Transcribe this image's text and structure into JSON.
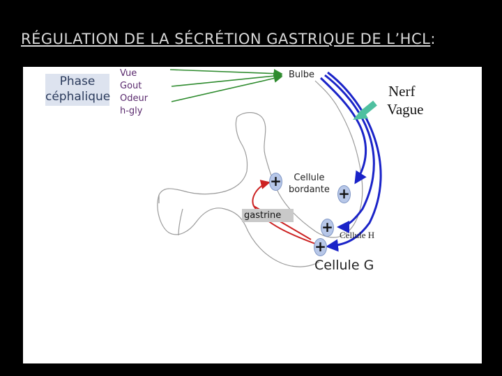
{
  "title": {
    "text": "RÉGULATION DE LA SÉCRÉTION GASTRIQUE DE L’HCL",
    "suffix": ":"
  },
  "phase": {
    "line1": "Phase",
    "line2": "céphalique"
  },
  "stimuli": [
    "Vue",
    "Gout",
    "Odeur",
    "h-gly"
  ],
  "labels": {
    "bulbe": "Bulbe",
    "nerf_line1": "Nerf",
    "nerf_line2": "Vague",
    "cellule_bordante_line1": "Cellule",
    "cellule_bordante_line2": "bordante",
    "gastrine": "gastrine",
    "cellule_h": "Cellule H",
    "cellule_g": "Cellule G"
  },
  "plus_sign": "+",
  "colors": {
    "stimulus_arrows": "#2e8b2e",
    "nerve_arrows": "#1a23c8",
    "gastrin_path": "#cc2222",
    "vagus_pointer": "#4fc0a0",
    "stomach_outline": "#9a9a9a"
  }
}
